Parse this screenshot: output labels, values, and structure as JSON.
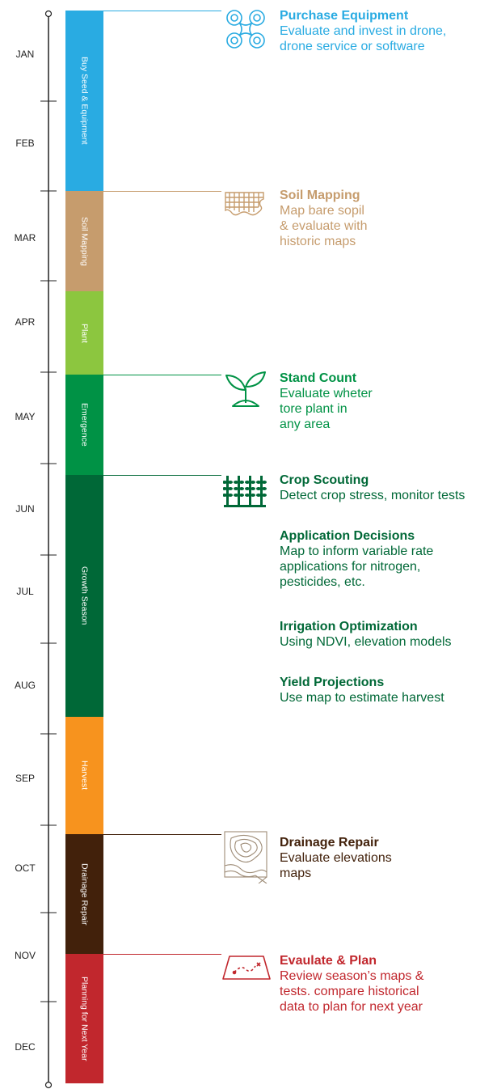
{
  "colors": {
    "blue": "#29abe2",
    "tan": "#c69c6d",
    "lightgreen": "#8cc63f",
    "green": "#009245",
    "darkgreen": "#006837",
    "orange": "#f7931e",
    "brown": "#42210b",
    "red": "#c1272d",
    "axis": "#222222"
  },
  "months": [
    "JAN",
    "FEB",
    "MAR",
    "APR",
    "MAY",
    "JUN",
    "JUL",
    "AUG",
    "SEP",
    "OCT",
    "NOV",
    "DEC"
  ],
  "phases": [
    {
      "label": "Buy Seed & Equipment",
      "color": "#29abe2",
      "start": 0,
      "end": 2
    },
    {
      "label": "Soil Mapping",
      "color": "#c69c6d",
      "start": 2,
      "end": 3.1
    },
    {
      "label": "Plant",
      "color": "#8cc63f",
      "start": 3.1,
      "end": 4
    },
    {
      "label": "Emergence",
      "color": "#009245",
      "start": 4,
      "end": 5.1
    },
    {
      "label": "Growth Season",
      "color": "#006837",
      "start": 5.1,
      "end": 8
    },
    {
      "label": "Harvest",
      "color": "#f7931e",
      "start": 8,
      "end": 9
    },
    {
      "label": "Drainage Repair",
      "color": "#42210b",
      "start": 9,
      "end": 10.3
    },
    {
      "label": "Planning for Next Year",
      "color": "#c1272d",
      "start": 10.3,
      "end": 12
    }
  ],
  "notes": [
    {
      "title": "Purchase Equipment",
      "desc": "Evaluate and invest in drone,\ndrone service or software",
      "color": "#29abe2",
      "icon": "drone-icon"
    },
    {
      "title": "Soil Mapping",
      "desc": "Map bare sopil\n& evaluate with\nhistoric maps",
      "color": "#c69c6d",
      "icon": "soil-map-icon"
    },
    {
      "title": "Stand Count",
      "desc": "Evaluate wheter\ntore plant in\nany area",
      "color": "#009245",
      "icon": "sprout-icon"
    },
    {
      "title": "Crop Scouting",
      "desc": "Detect crop stress, monitor tests",
      "color": "#006837",
      "icon": "crop-rows-icon"
    },
    {
      "title": "Application Decisions",
      "desc": "Map to inform variable rate\napplications for nitrogen,\npesticides, etc.",
      "color": "#006837",
      "icon": ""
    },
    {
      "title": "Irrigation Optimization",
      "desc": "Using NDVI, elevation models",
      "color": "#006837",
      "icon": ""
    },
    {
      "title": "Yield Projections",
      "desc": "Use map to estimate harvest",
      "color": "#006837",
      "icon": ""
    },
    {
      "title": "Drainage Repair",
      "desc": "Evaluate elevations\nmaps",
      "color": "#42210b",
      "icon": "topo-map-icon"
    },
    {
      "title": "Evaulate & Plan",
      "desc": "Review season’s maps &\ntests. compare historical\ndata to plan for next year",
      "color": "#c1272d",
      "icon": "route-map-icon"
    }
  ]
}
